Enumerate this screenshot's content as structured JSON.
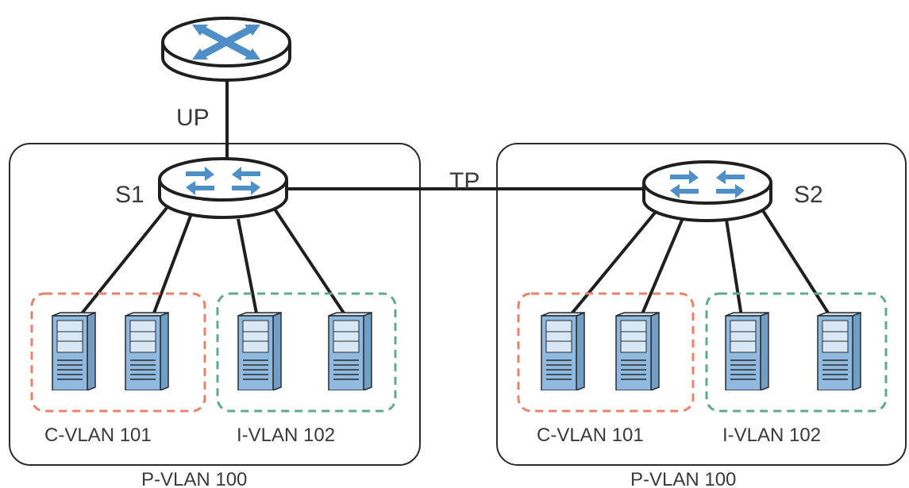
{
  "links": {
    "uplink_label": "UP",
    "trunk_label": "TP"
  },
  "colors": {
    "c_vlan_border": "#e8826a",
    "i_vlan_border": "#5fa892",
    "device_blue": "#8fb9de",
    "arrow_blue": "#4f8fc8"
  },
  "switches": [
    {
      "name": "S1"
    },
    {
      "name": "S2"
    }
  ],
  "groups": [
    {
      "c_vlan": "C-VLAN 101",
      "i_vlan": "I-VLAN 102",
      "p_vlan": "P-VLAN 100"
    },
    {
      "c_vlan": "C-VLAN 101",
      "i_vlan": "I-VLAN 102",
      "p_vlan": "P-VLAN 100"
    }
  ],
  "icons": {
    "router": "router-icon",
    "switch": "switch-icon",
    "server": "server-tower-icon"
  }
}
